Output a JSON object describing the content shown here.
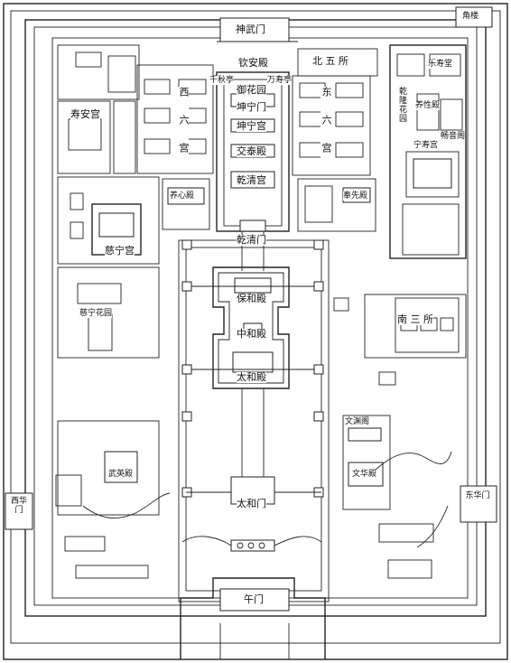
{
  "labels": {
    "shenwumen": "神武门",
    "jiaolou": "角楼",
    "qinandian": "钦安殿",
    "qianqiuting": "千秋亭",
    "wanchunting": "万寿亭",
    "yuhuayuan": "御花园",
    "beiwusuo": "北 五 所",
    "shouangong": "寿安宫",
    "xiliugong": "西六宫",
    "dongliugong": "东六宫",
    "shenningmen": "坤宁门",
    "kunninggong": "坤宁宫",
    "jiaotaidian": "交泰殿",
    "qianqinggong": "乾清宫",
    "leshoutang": "乐寿堂",
    "yangxingdian": "养性殿",
    "qianlonghuayuan": "乾隆花园",
    "changyinge": "畅音阁",
    "ningshougong": "宁寿宫",
    "yangxindian": "养心殿",
    "fengxiandian": "奉先殿",
    "qianqingmen": "乾清门",
    "cininggong": "慈宁宫",
    "cininghuayuan": "慈宁花园",
    "baohedian": "保和殿",
    "zhonghedian": "中和殿",
    "taihedian": "太和殿",
    "nansansuo": "南 三 所",
    "wenyuange": "文渊阁",
    "wuyingdian": "武英殿",
    "wenhuadian": "文华殿",
    "xihuamen": "西华门",
    "donghuamen": "东华门",
    "taihemen": "太和门",
    "wumen": "午门"
  }
}
